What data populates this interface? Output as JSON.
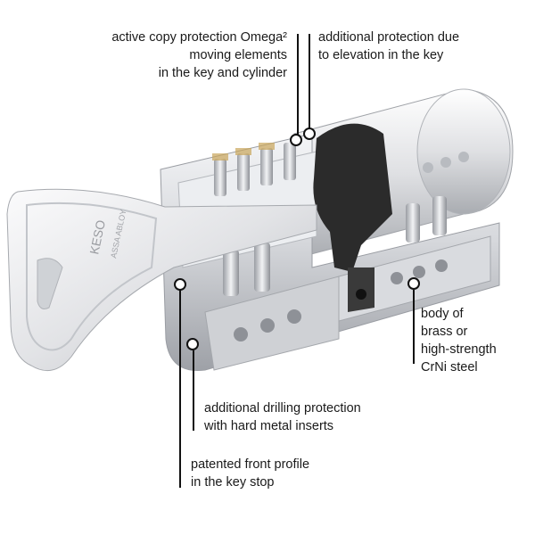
{
  "brand": {
    "key_brand": "KESO",
    "key_maker": "ASSA ABLOY"
  },
  "callouts": {
    "copy_protection": [
      "active copy protection Omega²",
      "moving elements",
      "in the key and cylinder"
    ],
    "elevation": [
      "additional protection due",
      "to elevation in the key"
    ],
    "body": [
      "body of",
      "brass or",
      "high-strength",
      "CrNi steel"
    ],
    "drilling": [
      "additional drilling protection",
      "with hard metal inserts"
    ],
    "front_profile": [
      "patented front profile",
      "in the key stop"
    ]
  },
  "colors": {
    "leader_line": "#111111",
    "marker_fill": "#ffffff",
    "cam": "#2b2b2b",
    "metal_light": "#e6e7ea",
    "metal_mid": "#c4c6cb",
    "brass": "#c9a55a"
  }
}
